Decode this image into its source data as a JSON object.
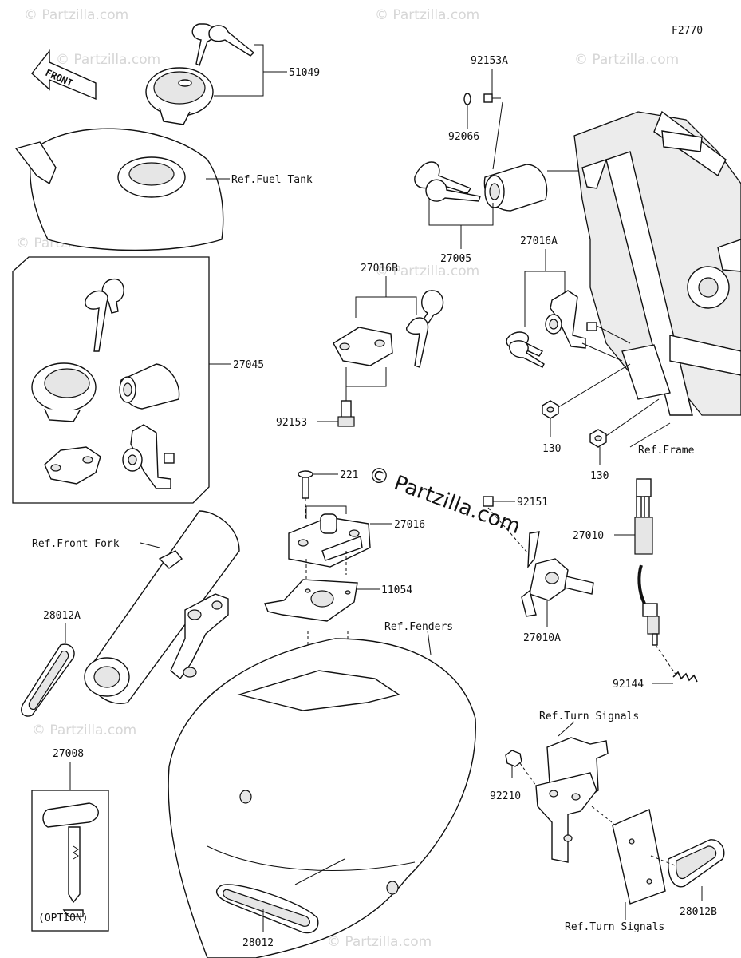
{
  "figure_code": "F2770",
  "front_label": "FRONT",
  "watermark": "© Partzilla.com",
  "center_watermark": "© Partzilla.com",
  "parts": {
    "p51049": "51049",
    "p92153A": "92153A",
    "p92066": "92066",
    "ref_fuel_tank": "Ref.Fuel Tank",
    "p27005": "27005",
    "p27016B": "27016B",
    "p27016A": "27016A",
    "p27045": "27045",
    "p92153": "92153",
    "p130a": "130",
    "p130b": "130",
    "ref_frame": "Ref.Frame",
    "p221": "221",
    "p92151": "92151",
    "p27016": "27016",
    "p27010": "27010",
    "ref_front_fork": "Ref.Front Fork",
    "p11054": "11054",
    "p28012A": "28012A",
    "ref_fenders": "Ref.Fenders",
    "p27010A": "27010A",
    "p92144": "92144",
    "ref_turn_signals_top": "Ref.Turn Signals",
    "p27008": "27008",
    "p92210": "92210",
    "option": "(OPTION)",
    "p28012": "28012",
    "ref_turn_signals_bottom": "Ref.Turn Signals",
    "p28012B": "28012B"
  }
}
